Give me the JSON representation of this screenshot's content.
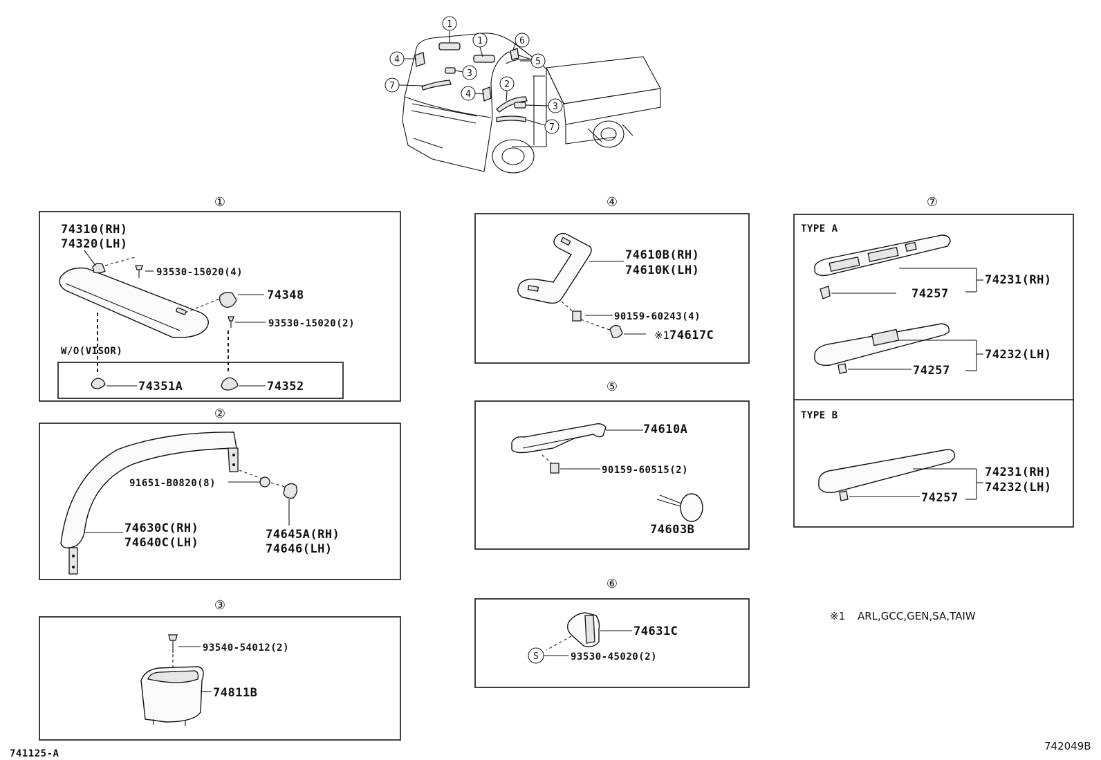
{
  "diagram": {
    "id_left": "741125-A",
    "id_right": "742049B",
    "footnote": {
      "mark": "※1",
      "text": "ARL,GCC,GEN,SA,TAIW"
    },
    "callouts": [
      "①",
      "②",
      "③",
      "④",
      "⑤",
      "⑥",
      "⑦"
    ],
    "truck_callouts": [
      "①",
      "①",
      "⑥",
      "④",
      "⑤",
      "③",
      "⑦",
      "④",
      "②",
      "③",
      "⑦"
    ],
    "sections": {
      "s1": {
        "title": "①",
        "labels": [
          "74310(RH)",
          "74320(LH)",
          "93530-15020(4)",
          "74348",
          "93530-15020(2)",
          "74351A",
          "74352"
        ],
        "sub_box_title": "W/O(VISOR)"
      },
      "s2": {
        "title": "②",
        "labels": [
          "91651-B0820(8)",
          "74630C(RH)",
          "74640C(LH)",
          "74645A(RH)",
          "74646(LH)"
        ]
      },
      "s3": {
        "title": "③",
        "labels": [
          "93540-54012(2)",
          "74811B"
        ]
      },
      "s4": {
        "title": "④",
        "labels": [
          "74610B(RH)",
          "74610K(LH)",
          "90159-60243(4)",
          "74617C"
        ],
        "note_mark": "※1"
      },
      "s5": {
        "title": "⑤",
        "labels": [
          "74610A",
          "90159-60515(2)",
          "74603B"
        ]
      },
      "s6": {
        "title": "⑥",
        "labels": [
          "74631C",
          "93530-45020(2)"
        ],
        "symbol": "S"
      },
      "s7": {
        "title": "⑦",
        "type_a": "TYPE A",
        "type_b": "TYPE B",
        "labels_a": [
          "74231(RH)",
          "74257",
          "74232(LH)",
          "74257"
        ],
        "labels_b": [
          "74231(RH)",
          "74232(LH)",
          "74257"
        ]
      }
    }
  }
}
